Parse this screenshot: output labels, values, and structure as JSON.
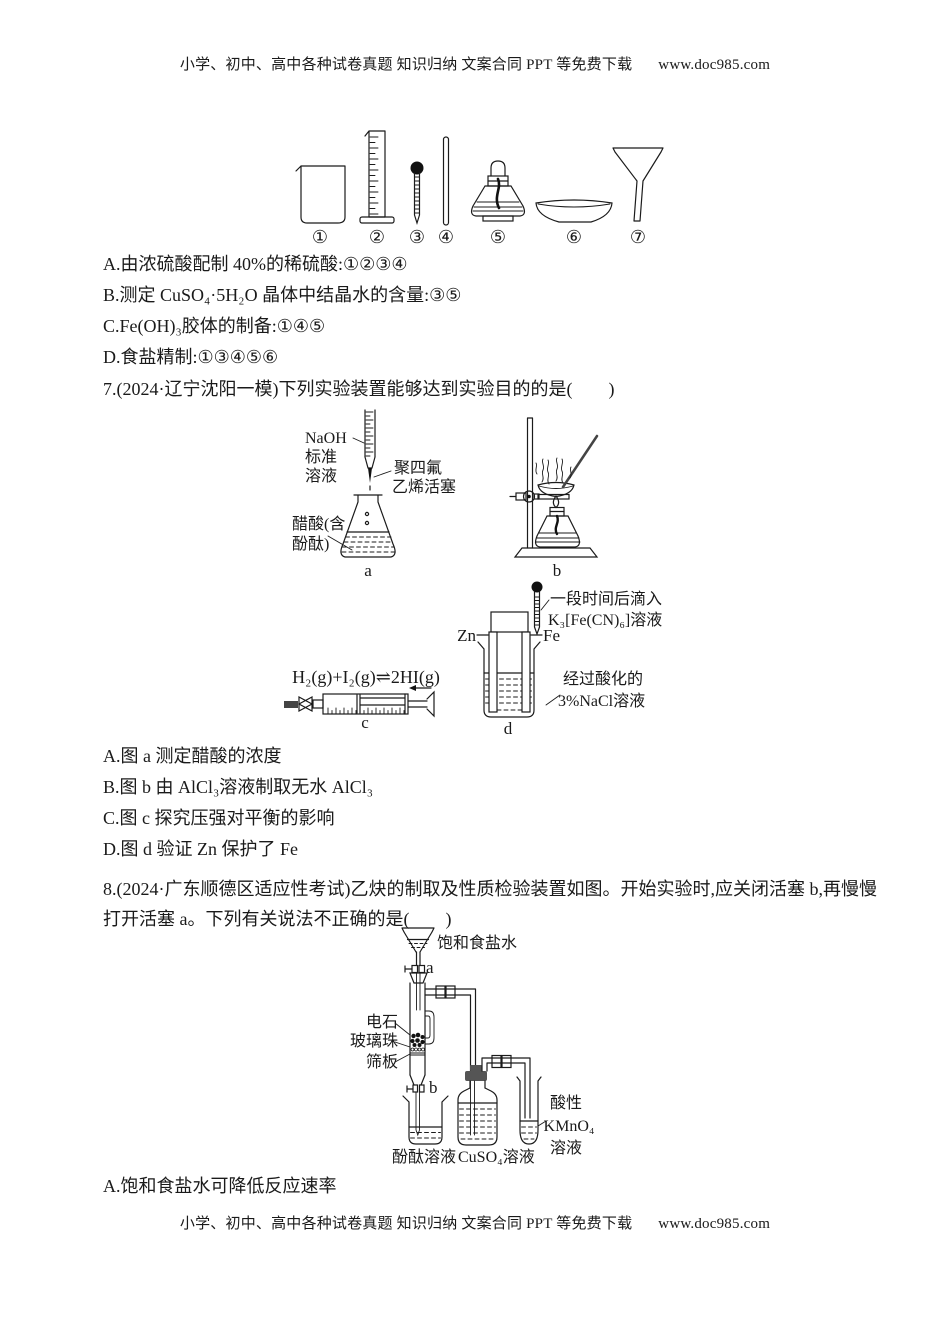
{
  "colors": {
    "ink": "#1a1a1a",
    "background": "#ffffff"
  },
  "header": {
    "text": "小学、初中、高中各种试卷真题 知识归纳 文案合同 PPT 等免费下载",
    "url": "www.doc985.com"
  },
  "footer": {
    "text": "小学、初中、高中各种试卷真题 知识归纳 文案合同 PPT 等免费下载",
    "url": "www.doc985.com"
  },
  "q6": {
    "equipment_numbers": [
      "①",
      "②",
      "③",
      "④",
      "⑤",
      "⑥",
      "⑦"
    ],
    "options": [
      "A.由浓硫酸配制 40%的稀硫酸:①②③④",
      "B.测定 CuSO₄·5H₂O 晶体中结晶水的含量:③⑤",
      "C.Fe(OH)₃胶体的制备:①④⑤",
      "D.食盐精制:①③④⑤⑥"
    ]
  },
  "q7": {
    "stem": "7.(2024·辽宁沈阳一模)下列实验装置能够达到实验目的的是(　　)",
    "apparatus": {
      "a": {
        "burette_label_lines": [
          "NaOH",
          "标准",
          "溶液"
        ],
        "stopcock_label_lines": [
          "聚四氟",
          "乙烯活塞"
        ],
        "flask_label_lines": [
          "醋酸(含",
          "酚酞)"
        ],
        "caption": "a"
      },
      "b": {
        "caption": "b"
      },
      "c": {
        "equation": "H₂(g)+I₂(g)⇌2HI(g)",
        "caption": "c"
      },
      "d": {
        "left_electrode": "Zn",
        "right_electrode": "Fe",
        "dropper_label_lines": [
          "一段时间后滴入",
          "K₃[Fe(CN)₆]溶液"
        ],
        "solution_label_lines": [
          "经过酸化的",
          "3%NaCl溶液"
        ],
        "caption": "d"
      }
    },
    "options": [
      "A.图 a 测定醋酸的浓度",
      "B.图 b 由 AlCl₃溶液制取无水 AlCl₃",
      "C.图 c 探究压强对平衡的影响",
      "D.图 d 验证 Zn 保护了 Fe"
    ]
  },
  "q8": {
    "stem_lines": [
      "8.(2024·广东顺德区适应性考试)乙炔的制取及性质检验装置如图。开始实验时,应关闭活塞 b,再慢慢",
      "打开活塞 a。下列有关说法不正确的是(　　)"
    ],
    "apparatus": {
      "funnel_label": "饱和食盐水",
      "stopcock_a": "a",
      "tube_labels": [
        "电石",
        "玻璃珠",
        "筛板"
      ],
      "stopcock_b": "b",
      "beaker_label": "酚酞溶液",
      "bottle_label": "CuSO₄溶液",
      "tube_right_label_lines": [
        "酸性",
        "KMnO₄",
        "溶液"
      ]
    },
    "options": [
      "A.饱和食盐水可降低反应速率"
    ]
  }
}
